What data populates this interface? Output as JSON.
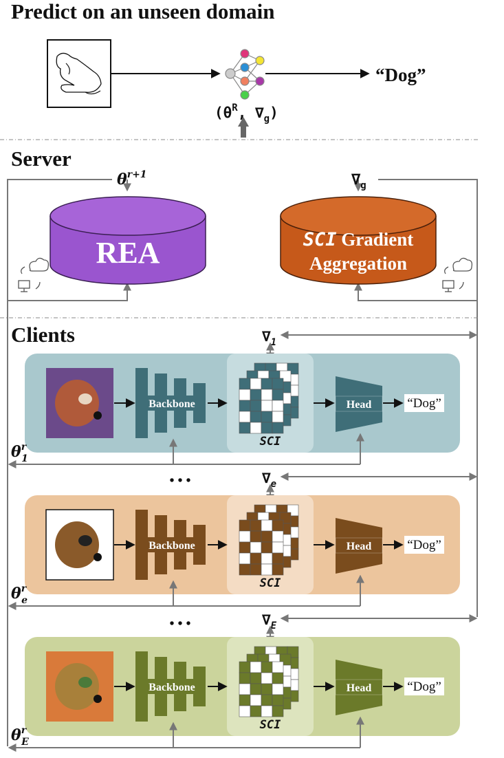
{
  "top": {
    "title": "Predict on an unseen domain",
    "output": "“Dog”",
    "params": "(θ",
    "params_sup": "R",
    "params_mid": ", ∇",
    "params_sub": "g",
    "params_end": ")"
  },
  "server": {
    "title": "Server",
    "theta_out": "θ",
    "theta_out_sup": "r+1",
    "grad_out": "∇",
    "grad_out_sub": "g",
    "rea_label": "REA",
    "sci_agg_label_1a": "SCI",
    "sci_agg_label_1b": " Gradient",
    "sci_agg_label_2": "Aggregation"
  },
  "clients": {
    "title": "Clients",
    "ellipsis": "• • •",
    "items": [
      {
        "grad": "∇",
        "grad_sub": "1",
        "theta": "θ",
        "theta_sup": "r",
        "theta_sub": "1",
        "backbone": "Backbone",
        "head": "Head",
        "sci": "SCI",
        "output": "“Dog”",
        "color": "#3f6e78",
        "panel": "#a9c8cd",
        "scibg": "#c6dcdf"
      },
      {
        "grad": "∇",
        "grad_sub": "e",
        "theta": "θ",
        "theta_sup": "r",
        "theta_sub": "e",
        "backbone": "Backbone",
        "head": "Head",
        "sci": "SCI",
        "output": "“Dog”",
        "color": "#7a4c1d",
        "panel": "#ecc59d",
        "scibg": "#f4dcc4"
      },
      {
        "grad": "∇",
        "grad_sub": "E",
        "theta": "θ",
        "theta_sup": "r",
        "theta_sub": "E",
        "backbone": "Backbone",
        "head": "Head",
        "sci": "SCI",
        "output": "“Dog”",
        "color": "#6b7a2a",
        "panel": "#cbd49c",
        "scibg": "#dde4be"
      }
    ]
  },
  "colors": {
    "rea": "#9a55cf",
    "sci_agg": "#c6591a",
    "arrow": "#777777"
  }
}
